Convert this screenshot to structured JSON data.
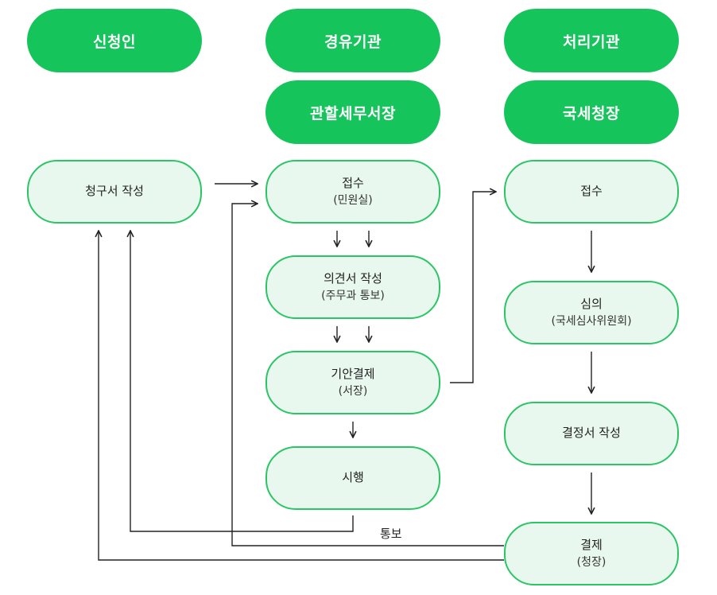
{
  "headers": {
    "applicant": "신청인",
    "intermediary": "경유기관",
    "processor": "처리기관",
    "district_office": "관할세무서장",
    "national_tax": "국세청장"
  },
  "nodes": {
    "claim_write": {
      "title": "청구서 작성"
    },
    "receipt_office": {
      "title": "접수",
      "sub": "(민원실)"
    },
    "opinion_write": {
      "title": "의견서 작성",
      "sub": "(주무과 통보)"
    },
    "draft_approval": {
      "title": "기안결제",
      "sub": "(서장)"
    },
    "execution": {
      "title": "시행"
    },
    "receipt_nts": {
      "title": "접수"
    },
    "review": {
      "title": "심의",
      "sub": "(국세심사위원회)"
    },
    "decision_write": {
      "title": "결정서 작성"
    },
    "final_approval": {
      "title": "결제",
      "sub": "(청장)"
    }
  },
  "edge_labels": {
    "notify": "통보"
  },
  "colors": {
    "header_fill": "#15c45a",
    "node_fill": "#e9f8ee",
    "node_border": "#2bc566",
    "line": "#222222"
  }
}
